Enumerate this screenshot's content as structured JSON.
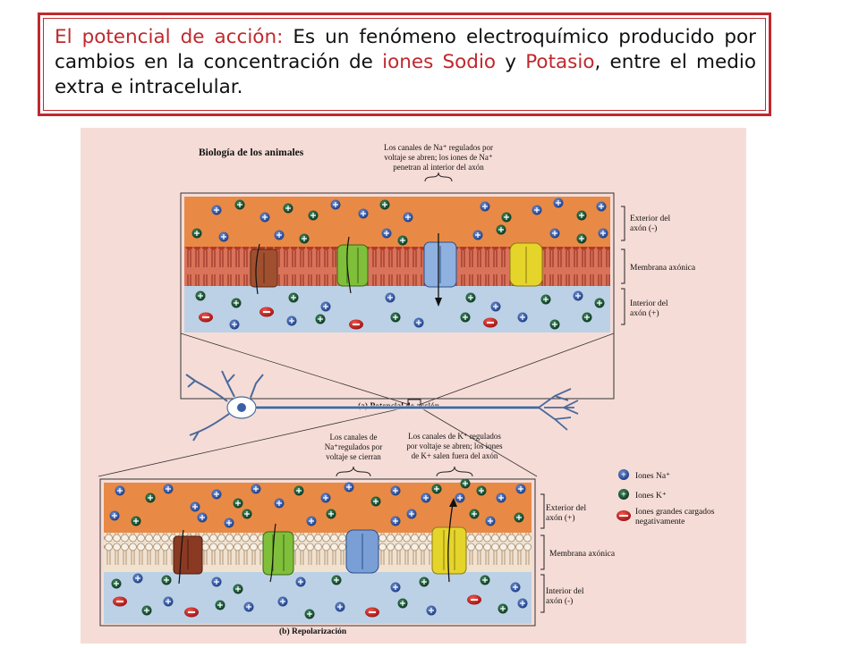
{
  "title": {
    "part1": "El potencial de acción:",
    "part2": " Es un fenómeno electroquímico producido por cambios en la concentración de ",
    "part3": "iones Sodio",
    "part4": " y ",
    "part5": "Potasio",
    "part6": ", entre el medio extra e intracelular."
  },
  "figure": {
    "header": "Biología de los animales",
    "top_callout": [
      "Los canales de Na⁺ regulados por",
      "voltaje se abren; los iones de Na⁺",
      "penetran al interior del axón"
    ],
    "panel_a": {
      "exterior": [
        "Exterior del",
        "axón (-)"
      ],
      "membrane": "Membrana axónica",
      "interior": [
        "Interior del",
        "axón (+)"
      ],
      "caption": "(a) Potencial de acción"
    },
    "callout_b_left": [
      "Los canales de",
      "Na⁺regulados por",
      "voltaje se cierran"
    ],
    "callout_b_right": [
      "Los canales de K⁺ regulados",
      "por voltaje se abren; los iones",
      "de K+ salen fuera del axón"
    ],
    "legend": {
      "na": "Iones Na⁺",
      "k": "Iones K⁺",
      "large": [
        "Iones grandes cargados",
        "negativamente"
      ]
    },
    "panel_b": {
      "exterior": [
        "Exterior del",
        "axón (+)"
      ],
      "membrane": "Membrana axónica",
      "interior": [
        "Interior del",
        "axón (-)"
      ],
      "caption": "(b) Repolarización"
    }
  },
  "colors": {
    "border": "#c0282d",
    "highlight": "#c0282d",
    "page_background": "#f6dcd7",
    "extracellular": "#e88a45",
    "intracellular": "#bcd1e6",
    "membrane": "#c94b34",
    "na_ion": "#2d55a5",
    "k_ion": "#1d5a3a",
    "anion": "#d42a2a"
  }
}
